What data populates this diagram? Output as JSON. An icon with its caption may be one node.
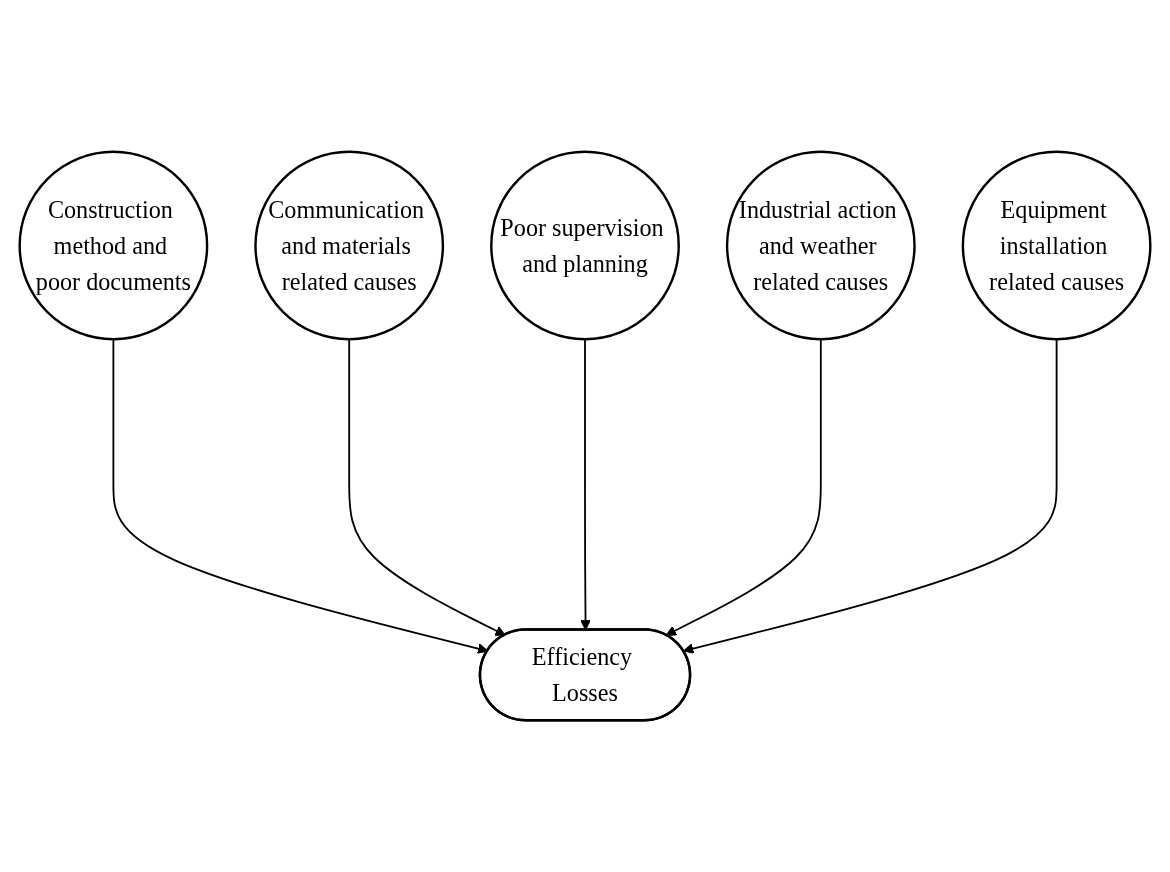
{
  "diagram": {
    "nodes": [
      {
        "text": [
          "Construction method and poor documents"
        ]
      },
      {
        "text": [
          "Communication and materials related causes"
        ]
      },
      {
        "text": [
          "Poor supervision and planning"
        ]
      },
      {
        "text": [
          "Efficiency Losses"
        ]
      },
      {
        "text": [
          "Industrial action and weather related causes"
        ]
      },
      {
        "text": [
          "Equipment installation related causes"
        ]
      }
    ],
    "edges": [
      {
        "from": 0,
        "to": 3,
        "arrow": "to"
      },
      {
        "from": 1,
        "to": 3,
        "arrow": "to"
      },
      {
        "from": 2,
        "to": 3,
        "arrow": "to"
      },
      {
        "from": 4,
        "to": 3,
        "arrow": "to"
      },
      {
        "from": 5,
        "to": 3,
        "arrow": "to"
      }
    ]
  }
}
